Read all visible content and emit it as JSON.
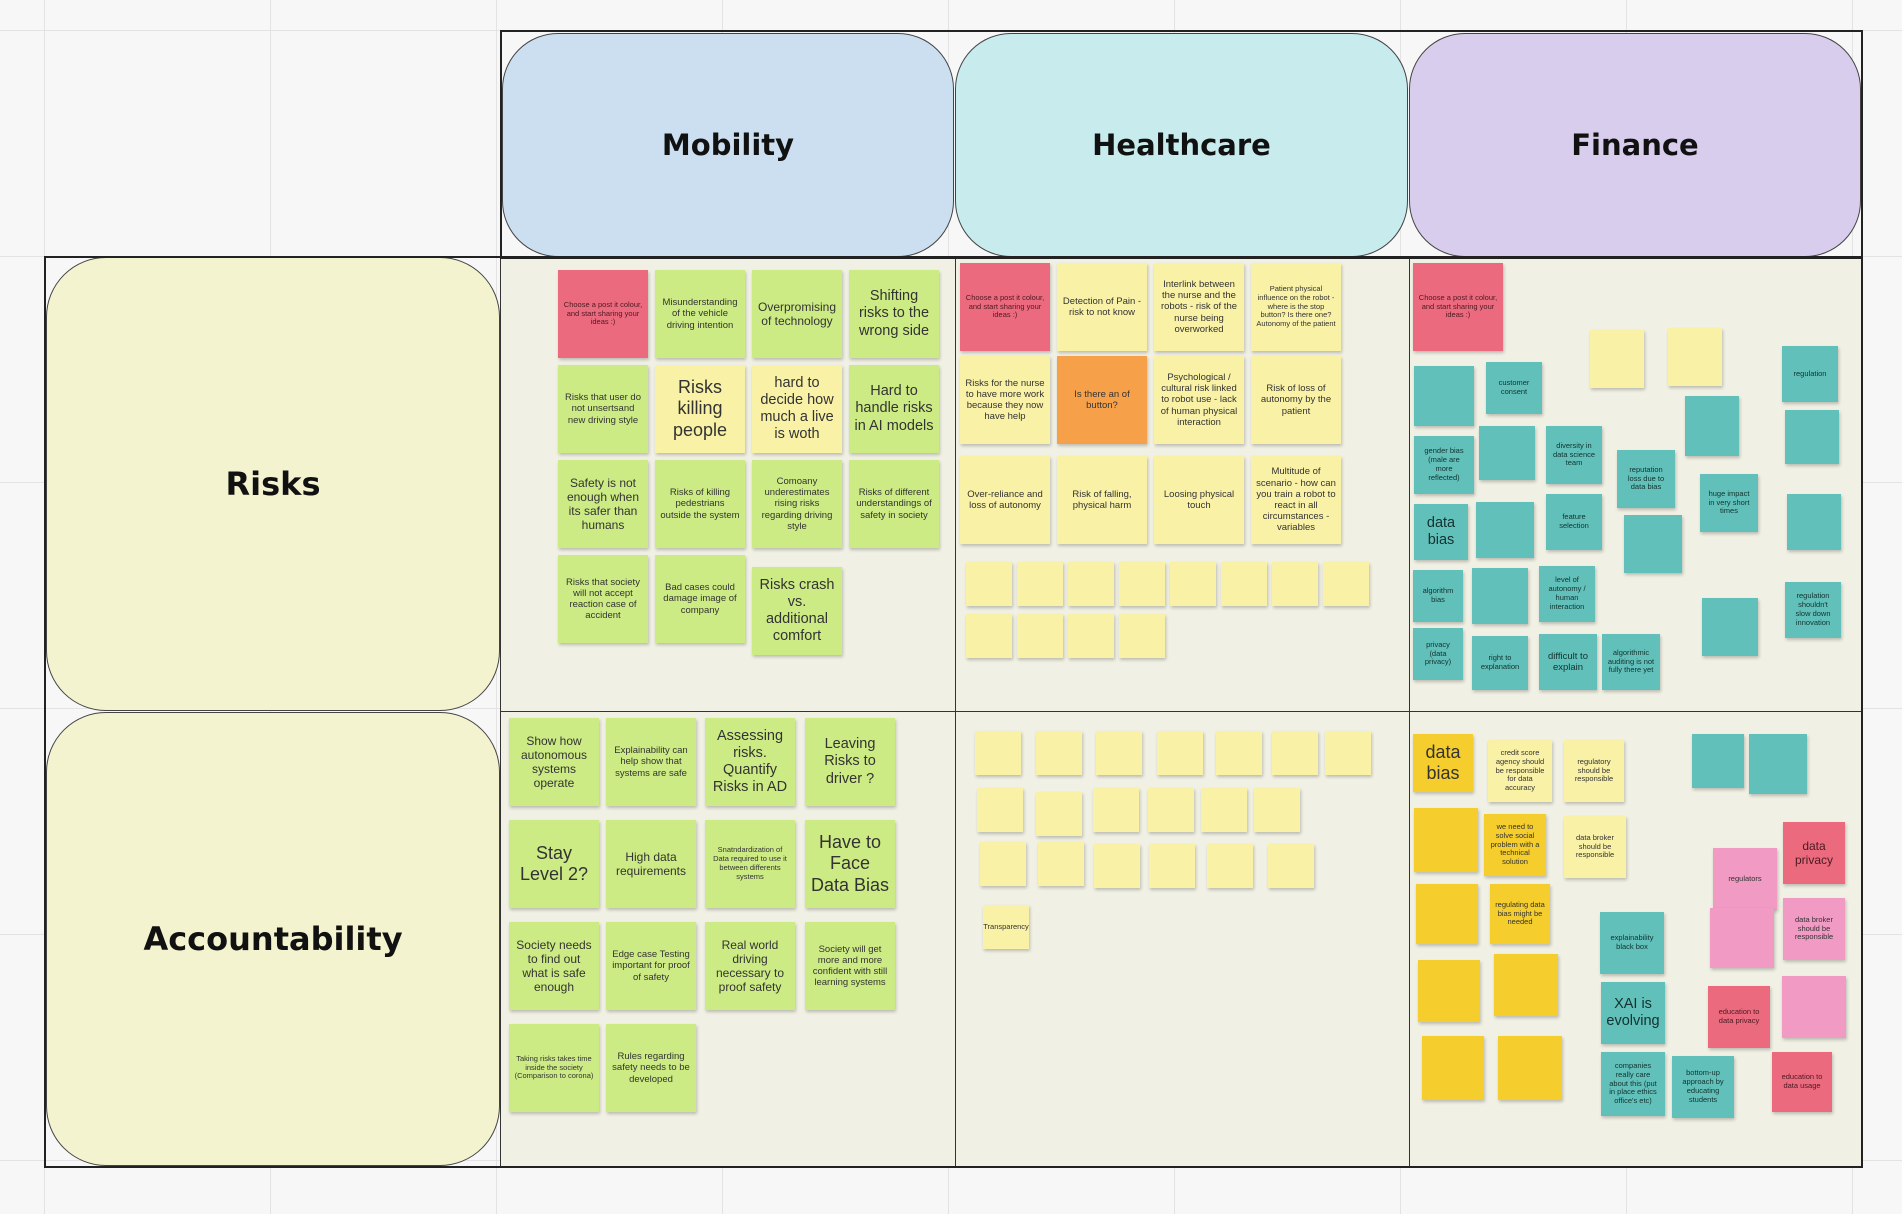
{
  "board": {
    "columns": [
      {
        "id": "mobility",
        "title": "Mobility",
        "color": "#cbdff1"
      },
      {
        "id": "healthcare",
        "title": "Healthcare",
        "color": "#c8ecee"
      },
      {
        "id": "finance",
        "title": "Finance",
        "color": "#d8cdec"
      }
    ],
    "rows": [
      {
        "id": "risks",
        "title": "Risks"
      },
      {
        "id": "accountability",
        "title": "Accountability"
      }
    ]
  },
  "notes": {
    "risks_mobility": [
      "Choose a post it colour, and start sharing your ideas :)",
      "Misunderstanding of the vehicle driving intention",
      "Overpromising of technology",
      "Shifting risks to the wrong side",
      "Risks that user do not unsertsand new driving style",
      "Risks killing people",
      "hard to decide how much a live is woth",
      "Hard to handle risks in AI models",
      "Safety is not enough when its safer than humans",
      "Risks of killing pedestrians outside the system",
      "Comoany underestimates rising risks regarding driving style",
      "Risks of different understandings of safety in society",
      "Risks that society will not accept reaction case of accident",
      "Bad cases could damage image of company",
      "Risks crash vs. additional comfort"
    ],
    "risks_healthcare": [
      "Choose a post it colour, and start sharing your ideas :)",
      "Detection of Pain - risk to not know",
      "Interlink between the nurse and the robots - risk of the nurse being overworked",
      "Patient physical influence on the robot - where is the stop button? Is there one? Autonomy of the patient",
      "Risks for the nurse to have more work because they now have help",
      "Is there an of button?",
      "Psychological / cultural risk linked to robot use - lack of human physical interaction",
      "Risk of loss of autonomy by the patient",
      "Over-reliance and loss of autonomy",
      "Risk of falling, physical harm",
      "Loosing physical touch",
      "Multitude of scenario - how can you train a robot to react in all circumstances - variables"
    ],
    "risks_finance": [
      "Choose a post it colour, and start sharing your ideas :)",
      "customer consent",
      "regulation",
      "gender bias (male are more reflected)",
      "diversity in data science team",
      "reputation loss due to data bias",
      "data bias",
      "feature selection",
      "huge impact in very short times",
      "algorithm bias",
      "level of autonomy / human interaction",
      "regulation shouldn't slow down innovation",
      "privacy (data privacy)",
      "right to explanation",
      "difficult to explain",
      "algorithmic auditing is not fully there yet"
    ],
    "accountability_mobility": [
      "Show how autonomous systems operate",
      "Explainability can help show that systems are safe",
      "Assessing risks. Quantify Risks in AD",
      "Leaving Risks to driver ?",
      "Stay Level 2?",
      "High data requirements",
      "Snatndardization of Data required to use it between differents systems",
      "Have to Face Data Bias",
      "Society needs to find out what is safe enough",
      "Edge case Testing important for proof of safety",
      "Real world driving necessary to proof safety",
      "Society will get more and more confident with still learning systems",
      "Taking risks takes time inside the society (Comparison to corona)",
      "Rules regarding safety needs to be developed"
    ],
    "accountability_healthcare": [
      "Transparency"
    ],
    "accountability_finance": [
      "data bias",
      "credit score agency should be responsible for data accuracy",
      "regulatory should be responsible",
      "we need to solve social problem with a technical solution",
      "data broker should be responsible",
      "regulating data bias might be needed",
      "data privacy",
      "regulators",
      "explainability black box",
      "data broker should be responsible",
      "XAI is evolving",
      "education to data privacy",
      "companies really care about this (put in place ethics office's etc)",
      "bottom-up approach by educating students",
      "education to data usage"
    ]
  }
}
